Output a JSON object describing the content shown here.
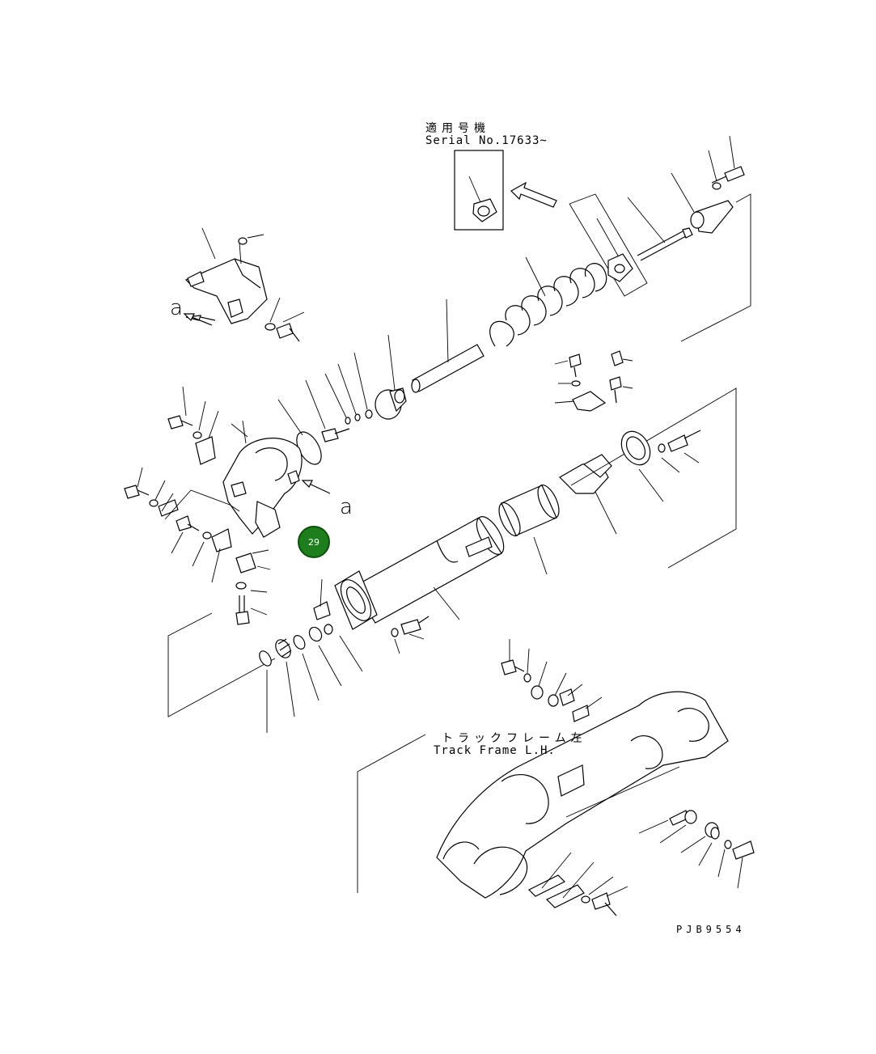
{
  "serial_note": {
    "jp": "適用号機",
    "en": "Serial No.17633~"
  },
  "view_marker": "a",
  "track_frame": {
    "jp": "トラックフレーム左",
    "en": "Track Frame L.H."
  },
  "drawing_code": "PJB9554",
  "callout": {
    "number": "29",
    "color": "#1e7e1e"
  }
}
